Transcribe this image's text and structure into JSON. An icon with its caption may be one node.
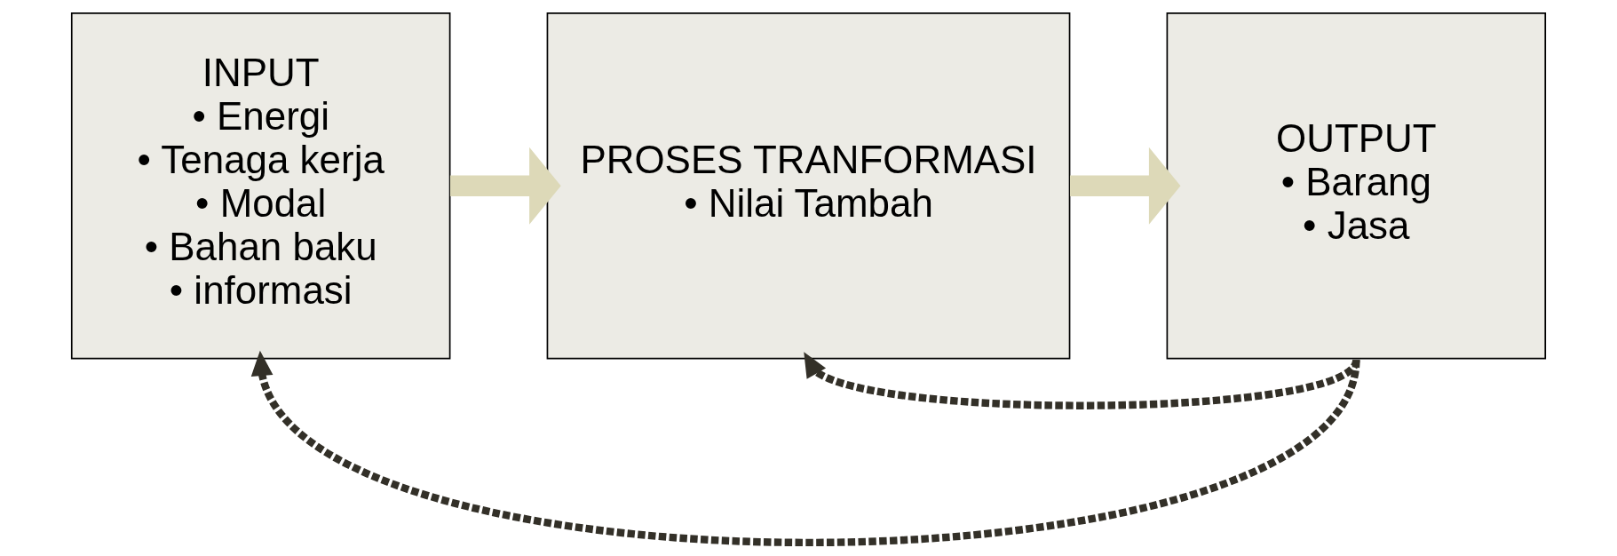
{
  "diagram": {
    "nodes": [
      {
        "text": [
          "INPUT",
          "• Energi",
          "• Tenaga kerja",
          "• Modal",
          "• Bahan baku",
          "• informasi"
        ]
      },
      {
        "text": [
          "PROSES TRANFORMASI",
          "• Nilai Tambah"
        ]
      },
      {
        "text": [
          "OUTPUT",
          "• Barang",
          "• Jasa"
        ]
      }
    ],
    "edges": [
      {
        "from": 0,
        "to": 1,
        "arrow": "to",
        "style": "thick",
        "color": "#ddd9b8"
      },
      {
        "from": 1,
        "to": 2,
        "arrow": "to",
        "style": "thick",
        "color": "#ddd9b8"
      },
      {
        "from": 2,
        "to": 0,
        "arrow": "to",
        "style": "dashed",
        "color": "#333028"
      },
      {
        "from": 2,
        "to": 1,
        "arrow": "to",
        "style": "dashed",
        "color": "#333028"
      }
    ]
  }
}
